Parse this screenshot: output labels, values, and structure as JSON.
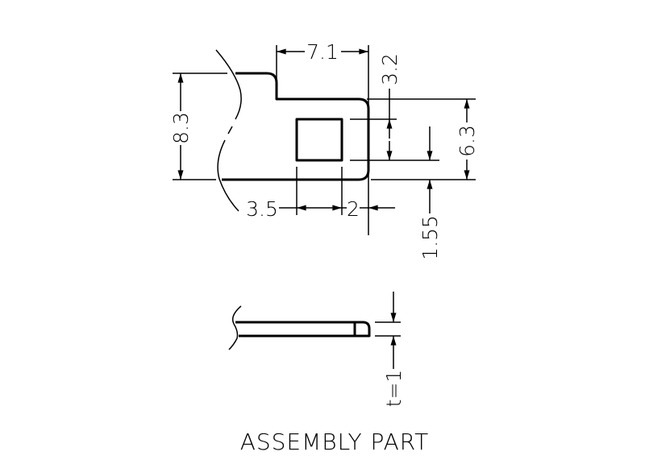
{
  "title": "ASSEMBLY PART",
  "dimensions": {
    "width_top": "7.1",
    "height_total": "8.3",
    "height_right": "6.3",
    "hole_height": "3.2",
    "hole_offset_bottom": "1.55",
    "hole_offset_left": "3.5",
    "hole_offset_right": "2",
    "thickness": "t=1"
  },
  "colors": {
    "line": "#000000",
    "background": "#ffffff"
  }
}
